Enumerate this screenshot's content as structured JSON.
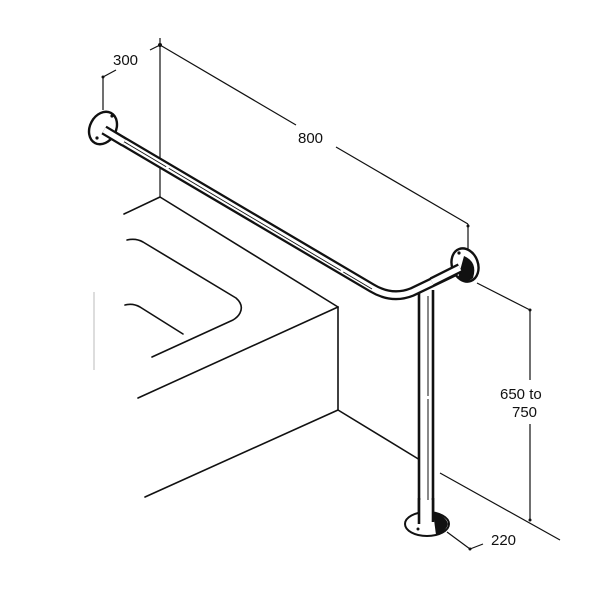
{
  "diagram": {
    "subject": "Bath grab rail with floor support leg, isometric view",
    "stroke_color": "#111111",
    "background": "#ffffff",
    "dimensions": {
      "wall_offset": "300",
      "rail_length": "800",
      "height_line1": "650 to",
      "height_line2": "750",
      "leg_offset": "220"
    },
    "parts": [
      "wall-flange",
      "horizontal-rail",
      "corner-flange",
      "vertical-leg",
      "floor-flange",
      "bathtub",
      "wall-corner"
    ]
  }
}
